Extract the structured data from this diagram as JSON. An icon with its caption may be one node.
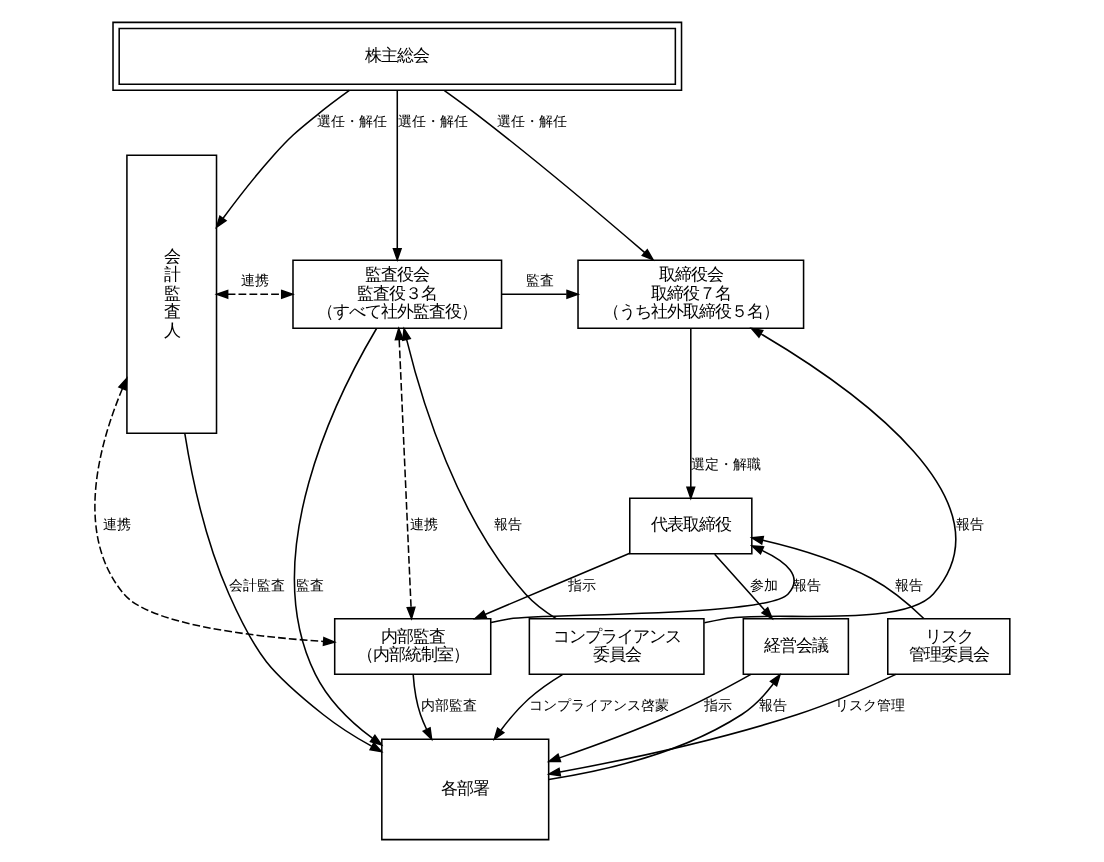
{
  "diagram": {
    "nodes": [
      {
        "text": [
          "株主総会"
        ]
      },
      {
        "text": [
          "会計監査人"
        ]
      },
      {
        "text": [
          "監査役会",
          "監査役３名",
          "（すべて社外監査役）"
        ]
      },
      {
        "text": [
          "取締役会",
          "取締役７名",
          "（うち社外取締役５名）"
        ]
      },
      {
        "text": [
          "代表取締役"
        ]
      },
      {
        "text": [
          "内部監査",
          "（内部統制室）"
        ]
      },
      {
        "text": [
          "リスク",
          "管理委員会"
        ]
      },
      {
        "text": [
          "コンプライアンス",
          "委員会"
        ]
      },
      {
        "text": [
          "経営会議"
        ]
      },
      {
        "text": [
          "各部署"
        ]
      }
    ],
    "edges": [
      {
        "from": 0,
        "to": 1,
        "arrow": "to",
        "label": "選任・解任"
      },
      {
        "from": 0,
        "to": 2,
        "arrow": "to",
        "label": "選任・解任"
      },
      {
        "from": 0,
        "to": 3,
        "arrow": "to",
        "label": "選任・解任"
      },
      {
        "from": 1,
        "to": 2,
        "arrow": "both",
        "label": "連携",
        "style": "dashed"
      },
      {
        "from": 2,
        "to": 3,
        "arrow": "to",
        "label": "監査"
      },
      {
        "from": 7,
        "to": 2,
        "arrow": "to",
        "label": "報告"
      },
      {
        "from": 7,
        "to": 3,
        "arrow": "to",
        "label": "報告"
      },
      {
        "from": 3,
        "to": 4,
        "arrow": "to",
        "label": "選定・解職"
      },
      {
        "from": 5,
        "to": 4,
        "arrow": "to",
        "label": "報告"
      },
      {
        "from": 4,
        "to": 5,
        "arrow": "to",
        "label": "指示"
      },
      {
        "from": 6,
        "to": 4,
        "arrow": "to",
        "label": "報告"
      },
      {
        "from": 2,
        "to": 5,
        "arrow": "both",
        "label": "連携",
        "style": "dashed"
      },
      {
        "from": 1,
        "to": 5,
        "arrow": "both",
        "label": "連携",
        "style": "dashed"
      },
      {
        "from": 4,
        "to": 8,
        "arrow": "to",
        "label": "参加"
      },
      {
        "from": 5,
        "to": 9,
        "arrow": "to",
        "label": "内部監査"
      },
      {
        "from": 6,
        "to": 9,
        "arrow": "to",
        "label": "リスク管理"
      },
      {
        "from": 7,
        "to": 9,
        "arrow": "to",
        "label": "コンプライアンス啓蒙"
      },
      {
        "from": 2,
        "to": 9,
        "arrow": "to",
        "label": "監査"
      },
      {
        "from": 8,
        "to": 9,
        "arrow": "to",
        "label": "指示"
      },
      {
        "from": 9,
        "to": 8,
        "arrow": "to",
        "label": "報告"
      },
      {
        "from": 1,
        "to": 9,
        "arrow": "to",
        "label": "会計監査"
      }
    ]
  }
}
